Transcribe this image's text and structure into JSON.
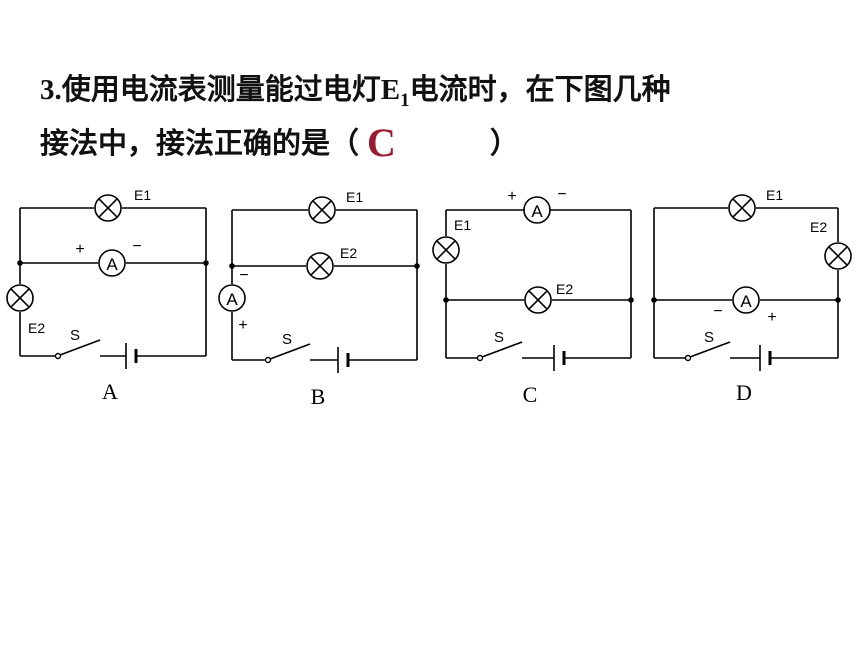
{
  "question": {
    "number": "3.",
    "text_part1": "使用电流表测量能过电灯",
    "lamp_symbol": "E",
    "lamp_subscript": "1",
    "text_part2": "电流时，在下图几种",
    "text_line2": "接法中，接法正确的是（",
    "answer": "C",
    "close_paren": "）"
  },
  "circuits": {
    "a": {
      "caption": "A",
      "lamp1": "E1",
      "lamp2": "E2",
      "ammeter": "A",
      "switch": "S",
      "plus": "+",
      "minus": "−"
    },
    "b": {
      "caption": "B",
      "lamp1": "E1",
      "lamp2": "E2",
      "ammeter": "A",
      "switch": "S",
      "plus": "+",
      "minus": "−"
    },
    "c": {
      "caption": "C",
      "lamp1": "E1",
      "lamp2": "E2",
      "ammeter": "A",
      "switch": "S",
      "plus": "+",
      "minus": "−"
    },
    "d": {
      "caption": "D",
      "lamp1": "E1",
      "lamp2": "E2",
      "ammeter": "A",
      "switch": "S",
      "plus": "+",
      "minus": "−"
    }
  }
}
